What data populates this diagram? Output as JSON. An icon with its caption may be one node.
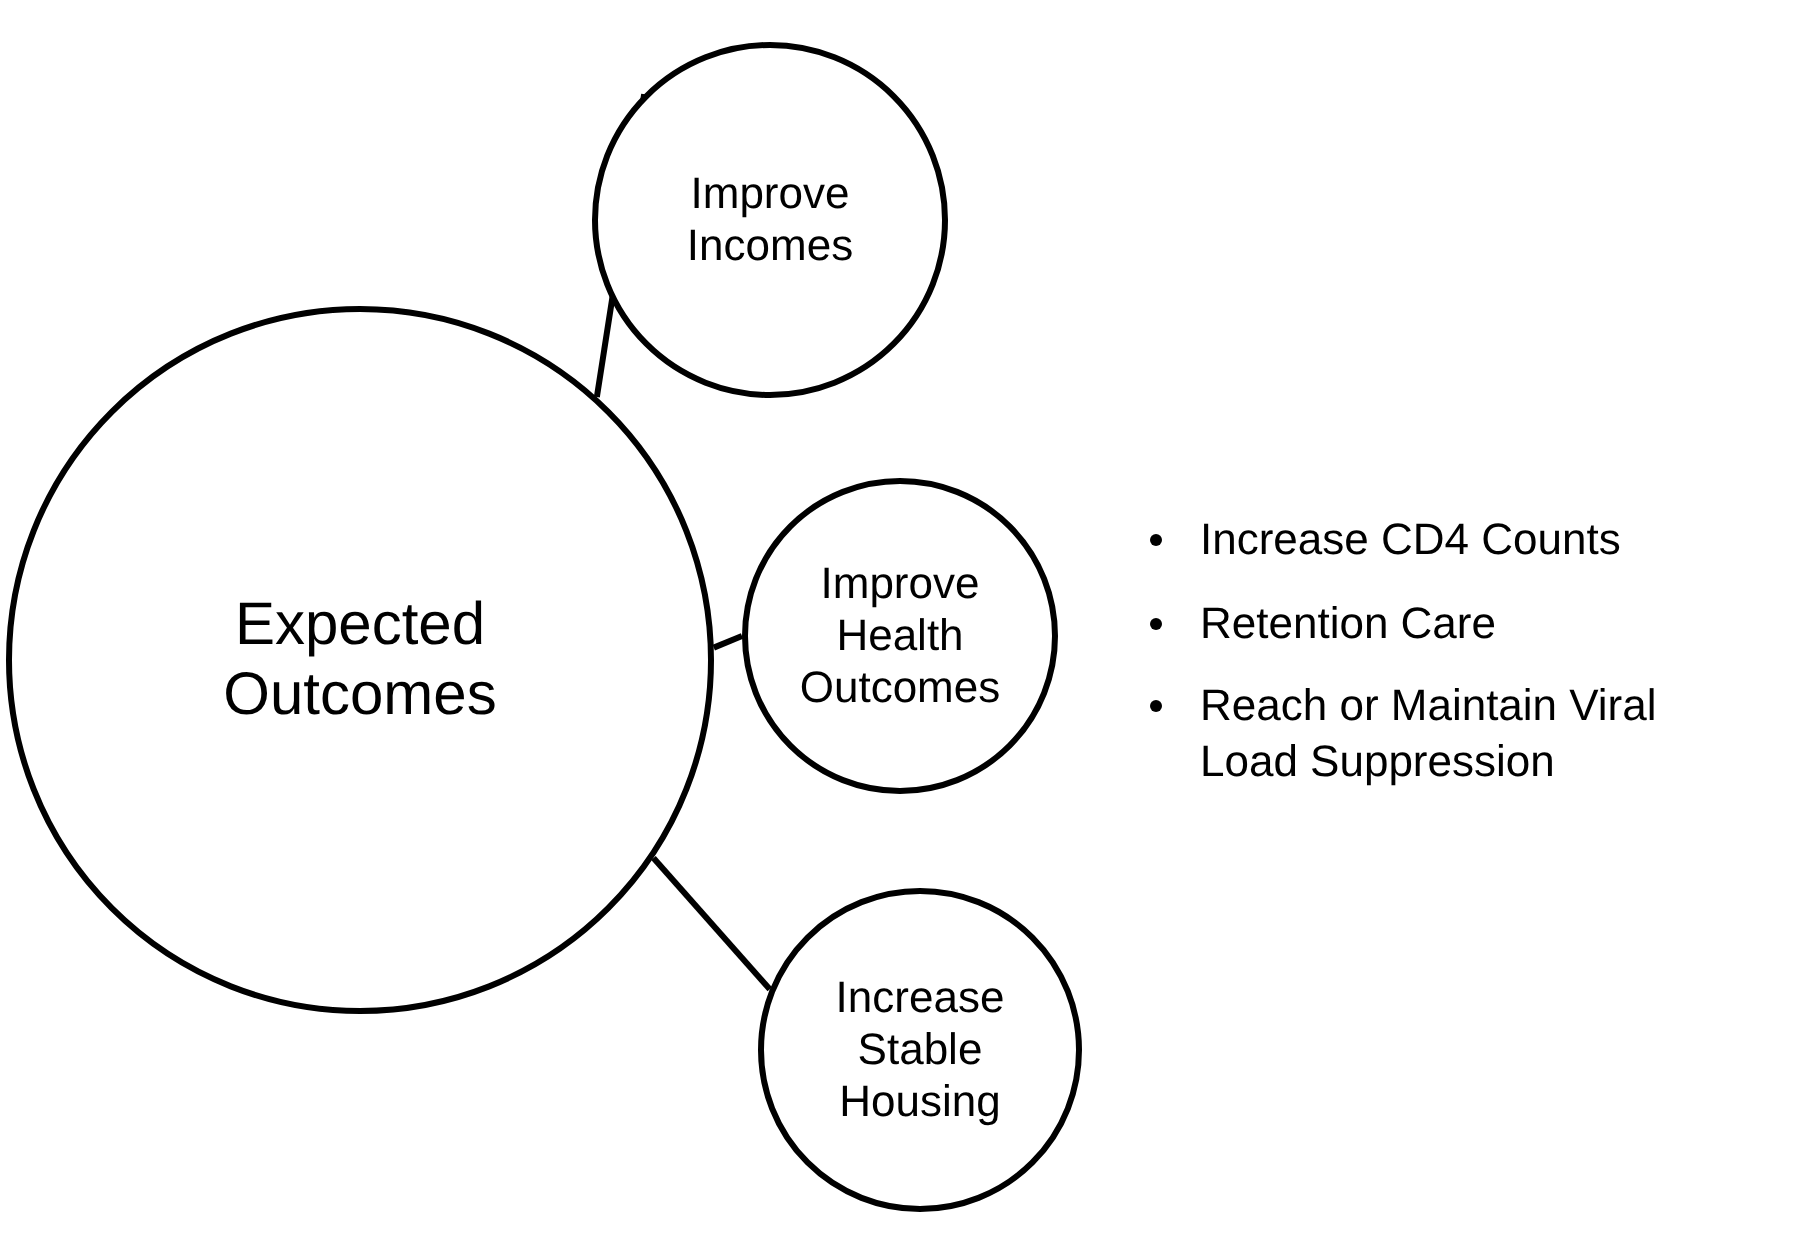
{
  "diagram": {
    "nodes": [
      {
        "text": [
          "Expected Outcomes"
        ]
      },
      {
        "text": [
          "Improve Incomes"
        ]
      },
      {
        "text": [
          "Improve Health Outcomes"
        ],
        "beside": [
          "Increase CD4 Counts",
          "Retention Care",
          "Reach or Maintain Viral Load Suppression"
        ]
      },
      {
        "text": [
          "Increase Stable Housing"
        ]
      }
    ],
    "edges": [
      {
        "from": 0,
        "to": 1,
        "arrow": "none"
      },
      {
        "from": 0,
        "to": 2,
        "arrow": "none"
      },
      {
        "from": 0,
        "to": 3,
        "arrow": "none"
      }
    ]
  }
}
